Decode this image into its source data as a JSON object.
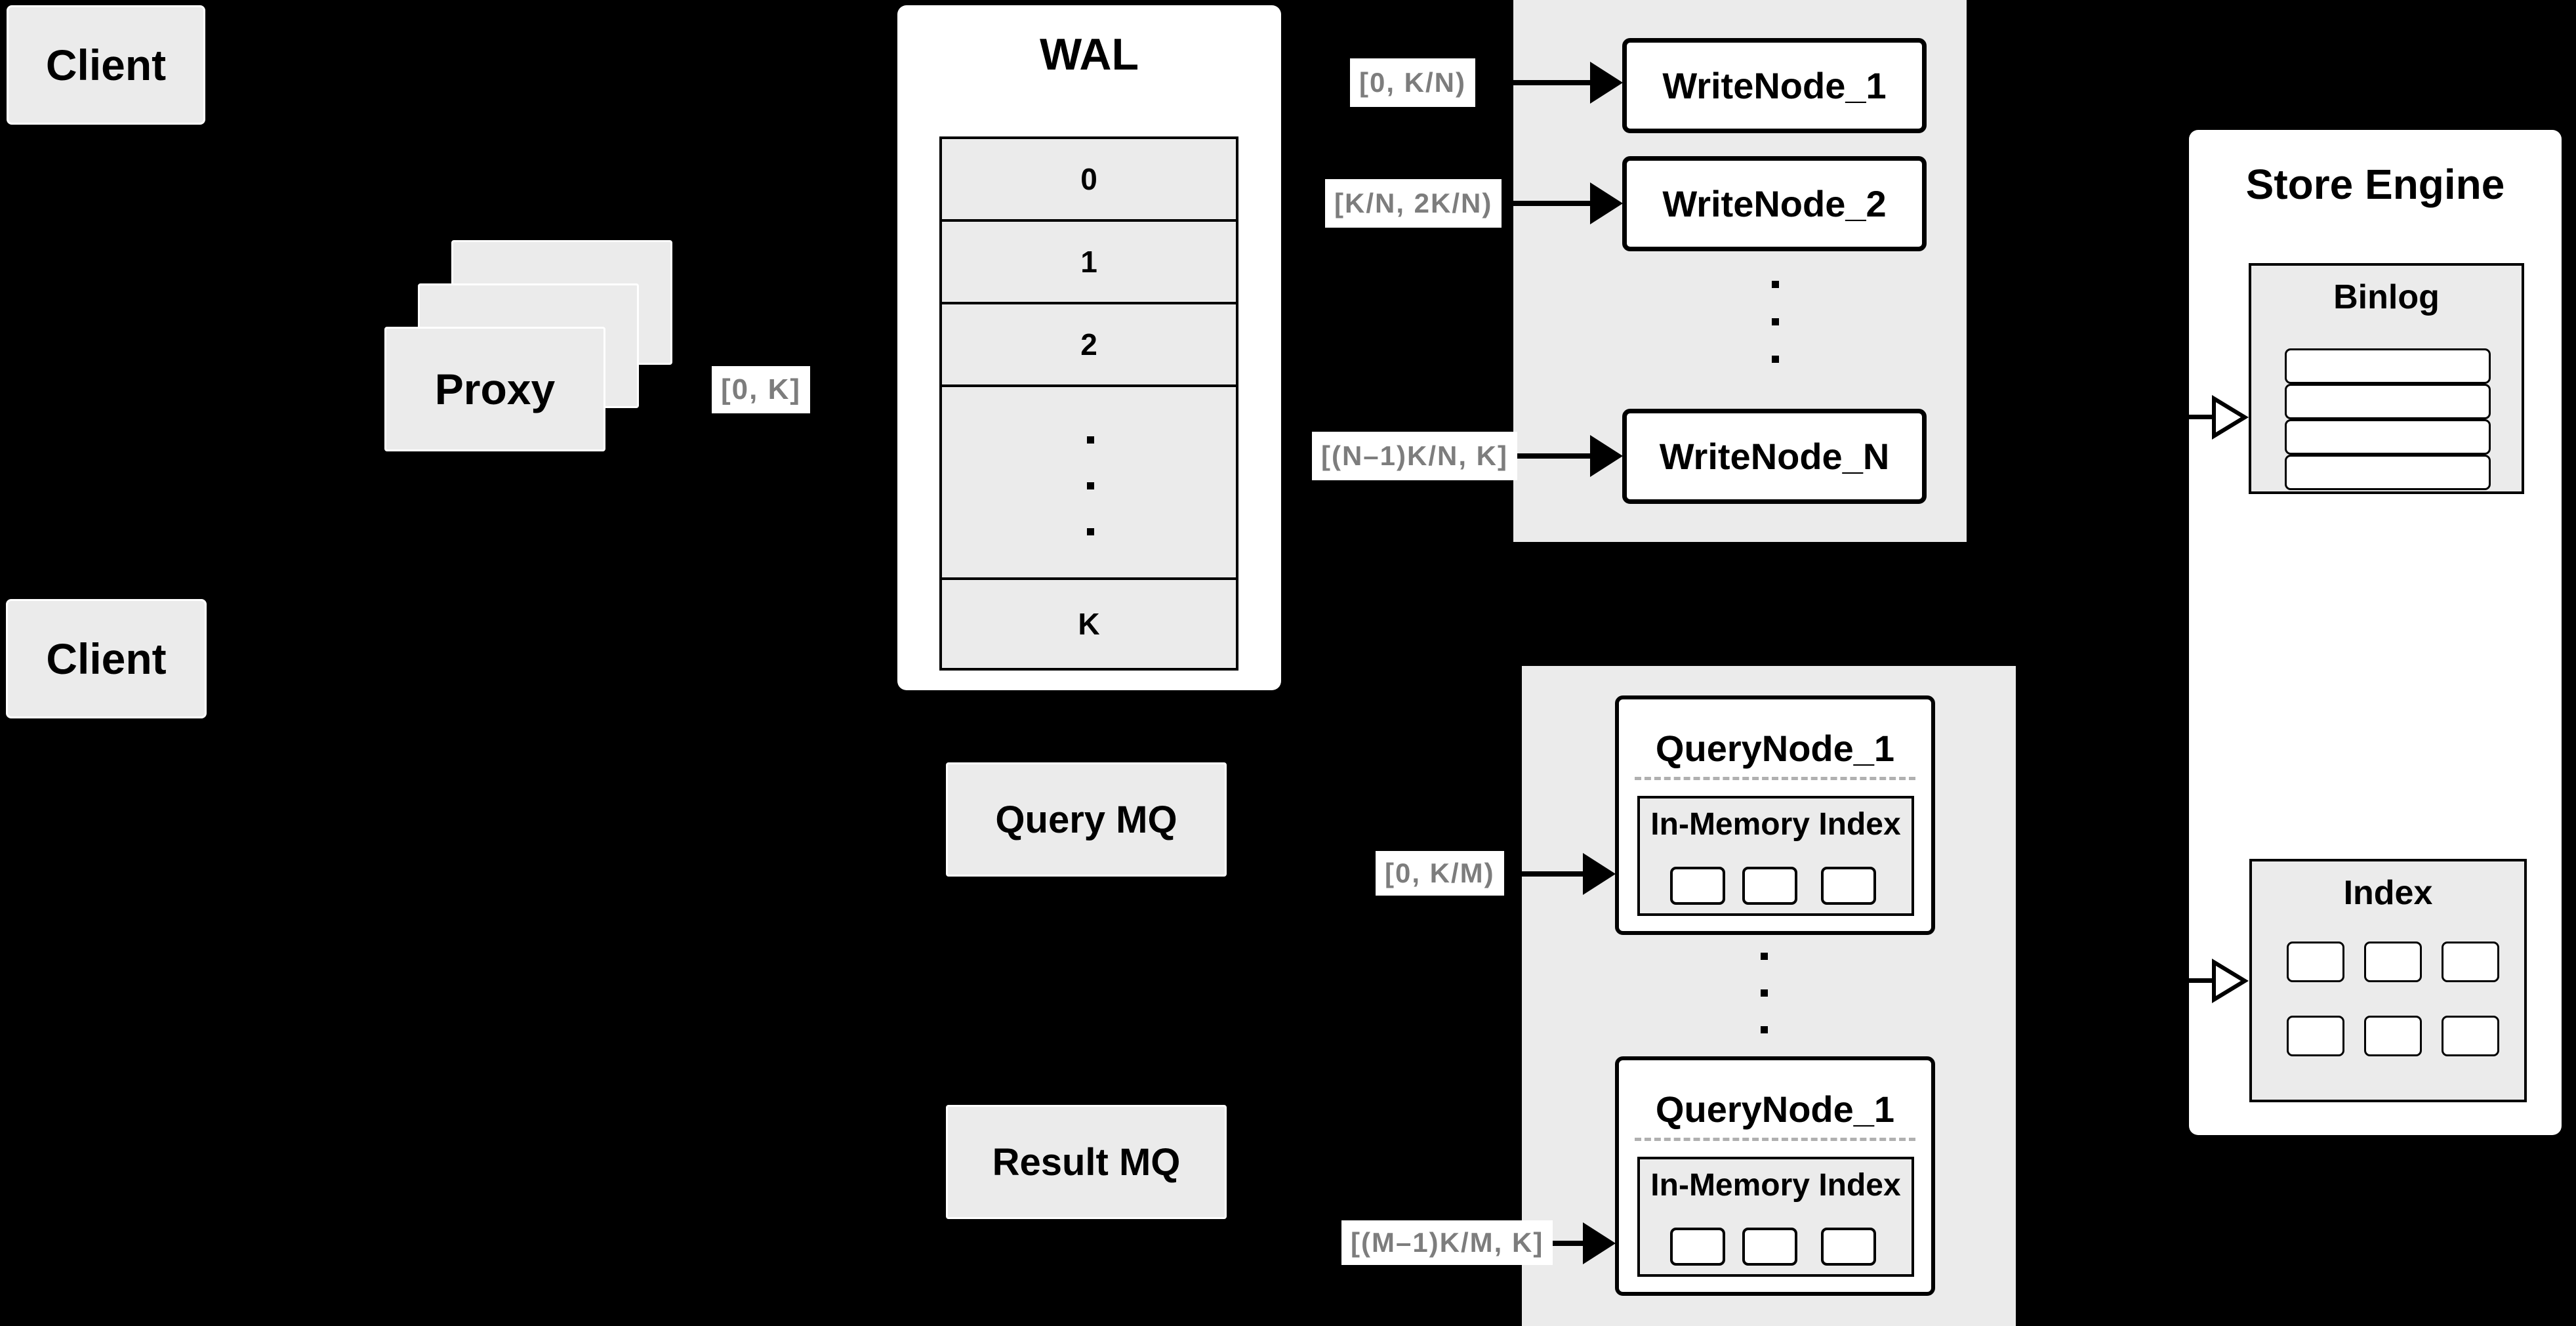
{
  "colors": {
    "background": "#000000",
    "panel_fill": "#ebebeb",
    "node_fill": "#ffffff",
    "line_color": "#000000",
    "range_label_text": "#7d7d7d"
  },
  "clients": {
    "top_label": "Client",
    "bottom_label": "Client"
  },
  "proxy": {
    "label": "Proxy"
  },
  "range_labels": {
    "proxy_to_wal": "[0, K]",
    "write_1": "[0, K/N)",
    "write_2": "[K/N, 2K/N)",
    "write_n": "[(N–1)K/N, K]",
    "query_1": "[0, K/M)",
    "query_m": "[(M–1)K/M, K]"
  },
  "wal": {
    "title": "WAL",
    "rows": [
      "0",
      "1",
      "2"
    ],
    "ellipsis": "⋮",
    "last_row": "K"
  },
  "write_nodes": {
    "node_1": "WriteNode_1",
    "node_2": "WriteNode_2",
    "node_n": "WriteNode_N"
  },
  "mq": {
    "query": "Query MQ",
    "result": "Result MQ"
  },
  "query_nodes": {
    "node_top": {
      "title": "QueryNode_1",
      "inner_title": "In-Memory Index"
    },
    "node_bottom": {
      "title": "QueryNode_1",
      "inner_title": "In-Memory Index"
    }
  },
  "store_engine": {
    "title": "Store Engine",
    "binlog": {
      "title": "Binlog",
      "segment_rows": 4
    },
    "index": {
      "title": "Index",
      "segment_cells": 6
    }
  }
}
